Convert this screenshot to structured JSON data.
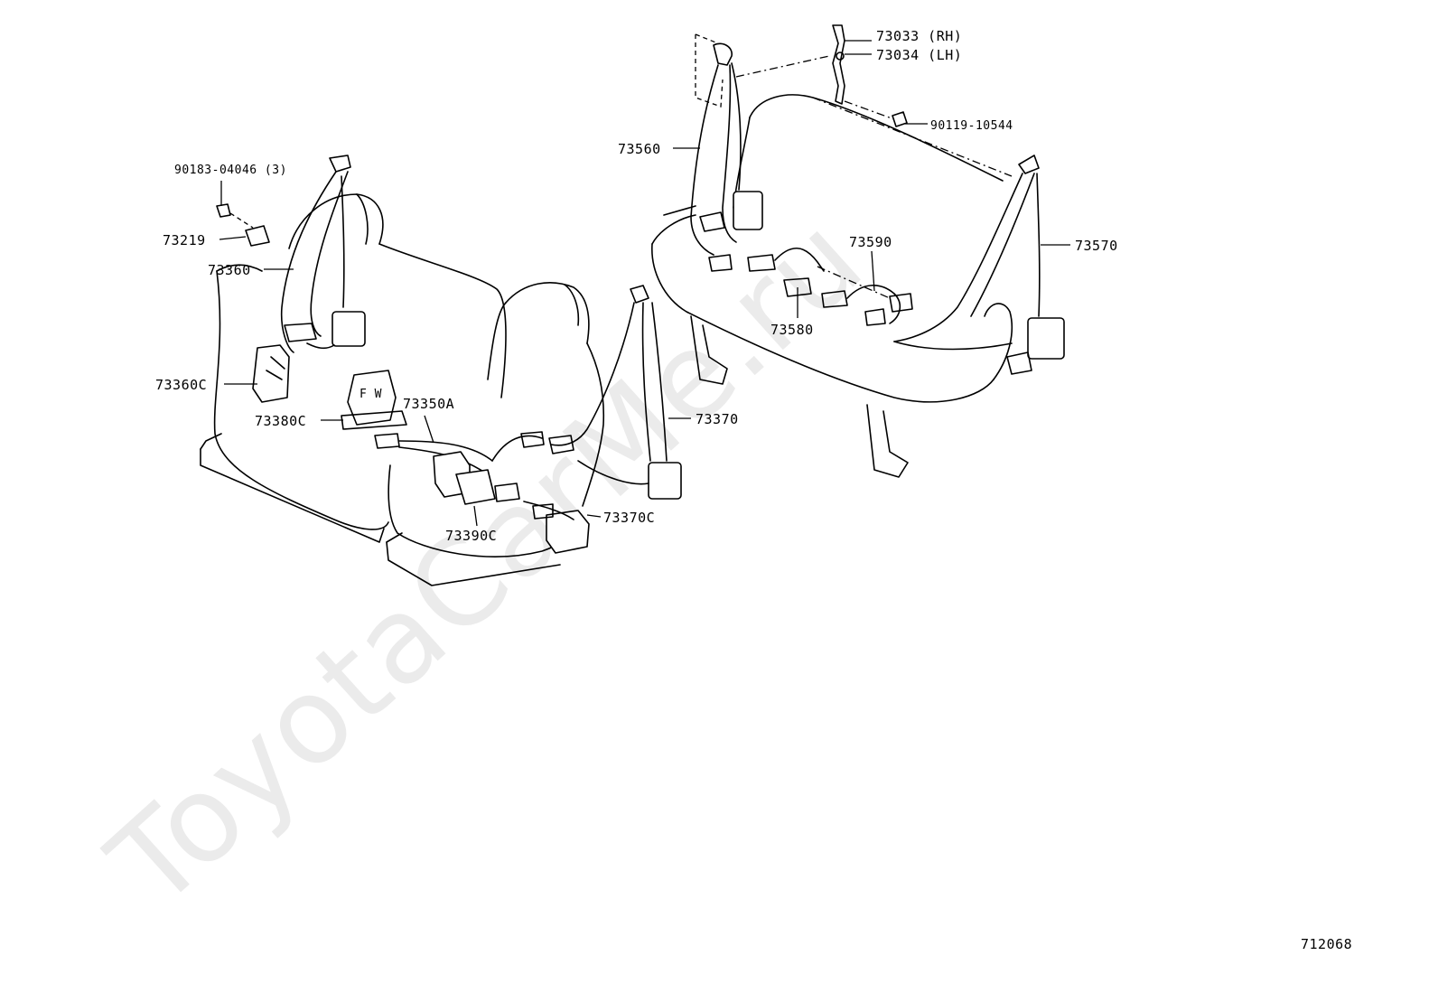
{
  "watermark": "ToyotaCarMe.ru",
  "figure_id": "712068",
  "parts": [
    {
      "id": "73033 (RH)"
    },
    {
      "id": "73034 (LH)"
    },
    {
      "id": "90119-10544"
    },
    {
      "id": "73560"
    },
    {
      "id": "90183-04046 (3)"
    },
    {
      "id": "73219"
    },
    {
      "id": "73360"
    },
    {
      "id": "73590"
    },
    {
      "id": "73570"
    },
    {
      "id": "73580"
    },
    {
      "id": "73360C"
    },
    {
      "id": "73350A"
    },
    {
      "id": "73380C"
    },
    {
      "id": "73370"
    },
    {
      "id": "73370C"
    },
    {
      "id": "73390C"
    }
  ]
}
